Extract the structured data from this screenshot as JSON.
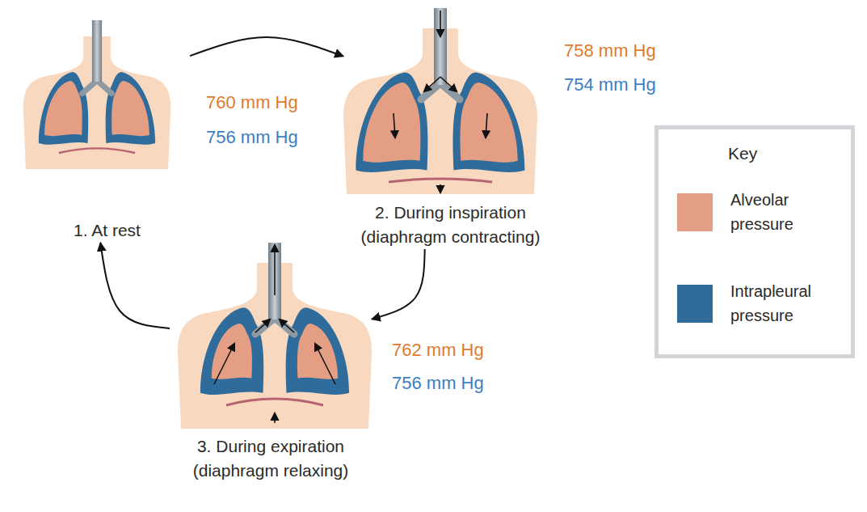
{
  "diagram": {
    "nodes": [
      {
        "text": [
          "1. At rest"
        ]
      },
      {
        "text": [
          "2. During inspiration (diaphragm contracting)"
        ]
      },
      {
        "text": [
          "3. During expiration (diaphragm relaxing)"
        ]
      }
    ],
    "edges": [
      {
        "from": 0,
        "to": 1,
        "arrow": "to"
      },
      {
        "from": 1,
        "to": 2,
        "arrow": "to"
      },
      {
        "from": 2,
        "to": 0,
        "arrow": "to"
      }
    ],
    "labels": [
      "760 mm Hg",
      "756 mm Hg",
      "758 mm Hg",
      "754 mm Hg",
      "762 mm Hg",
      "756 mm Hg",
      "Key"
    ],
    "legend": [
      {
        "text": "Alveolar pressure",
        "color": "#e39e84"
      },
      {
        "text": "Intrapleural pressure",
        "color": "#2f6c9c"
      }
    ]
  }
}
